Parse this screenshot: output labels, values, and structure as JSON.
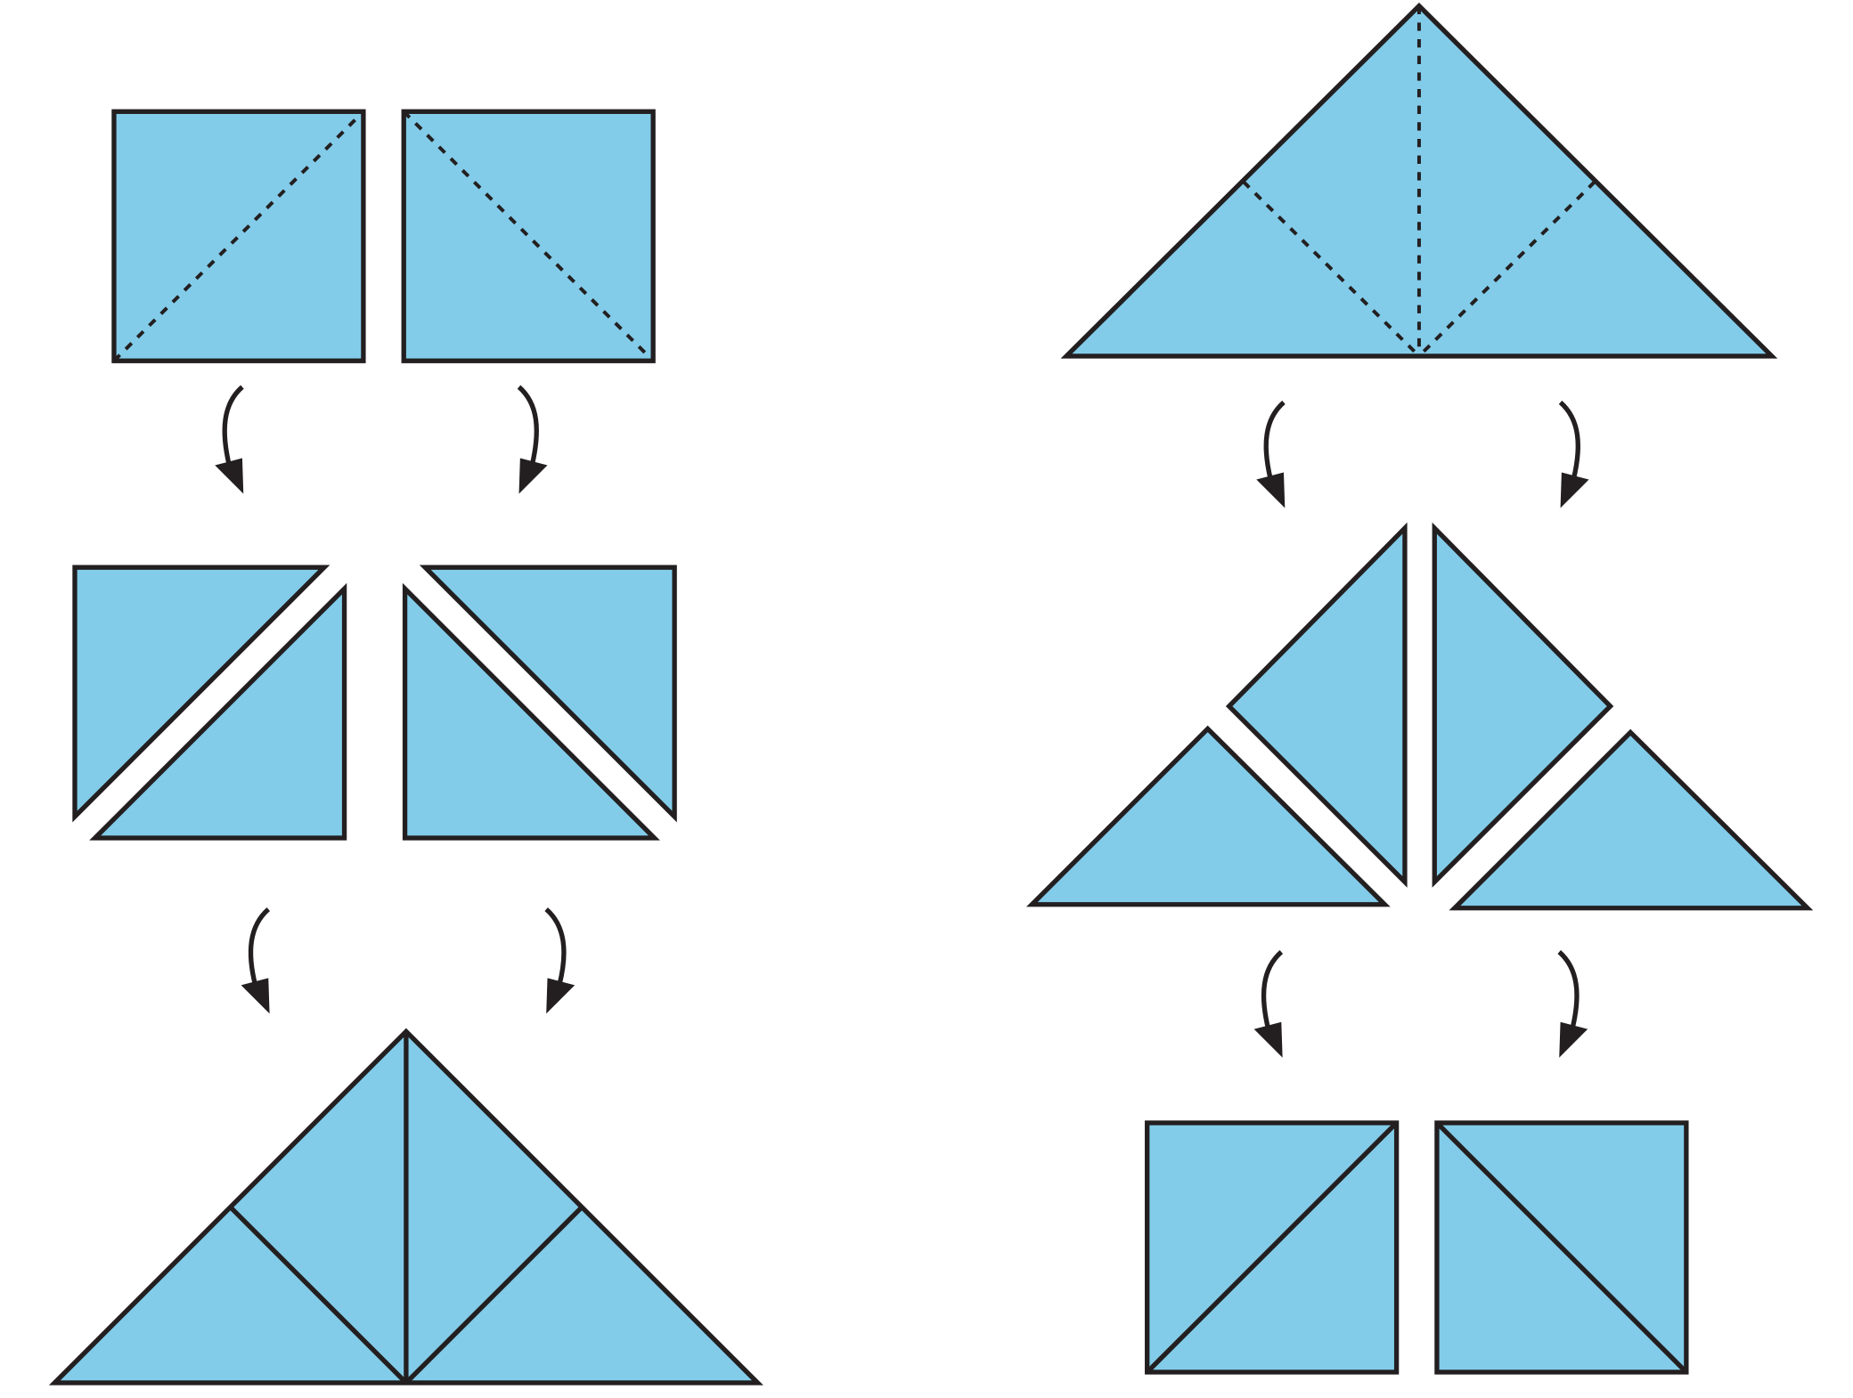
{
  "colors": {
    "fabric": "#82cce9",
    "outline": "#231f20",
    "background": "#ffffff"
  },
  "left_column": {
    "step1": [
      "square-diagonal-up",
      "square-diagonal-down"
    ],
    "step2": [
      "cut-square-left",
      "cut-square-right"
    ],
    "step3": "assembled-triangle"
  },
  "right_column": {
    "step1": "folded-triangle",
    "step2": "separated-triangles",
    "step3": [
      "square-diagonal-up",
      "square-diagonal-down"
    ]
  },
  "arrow_icon": "curved-down-arrow"
}
